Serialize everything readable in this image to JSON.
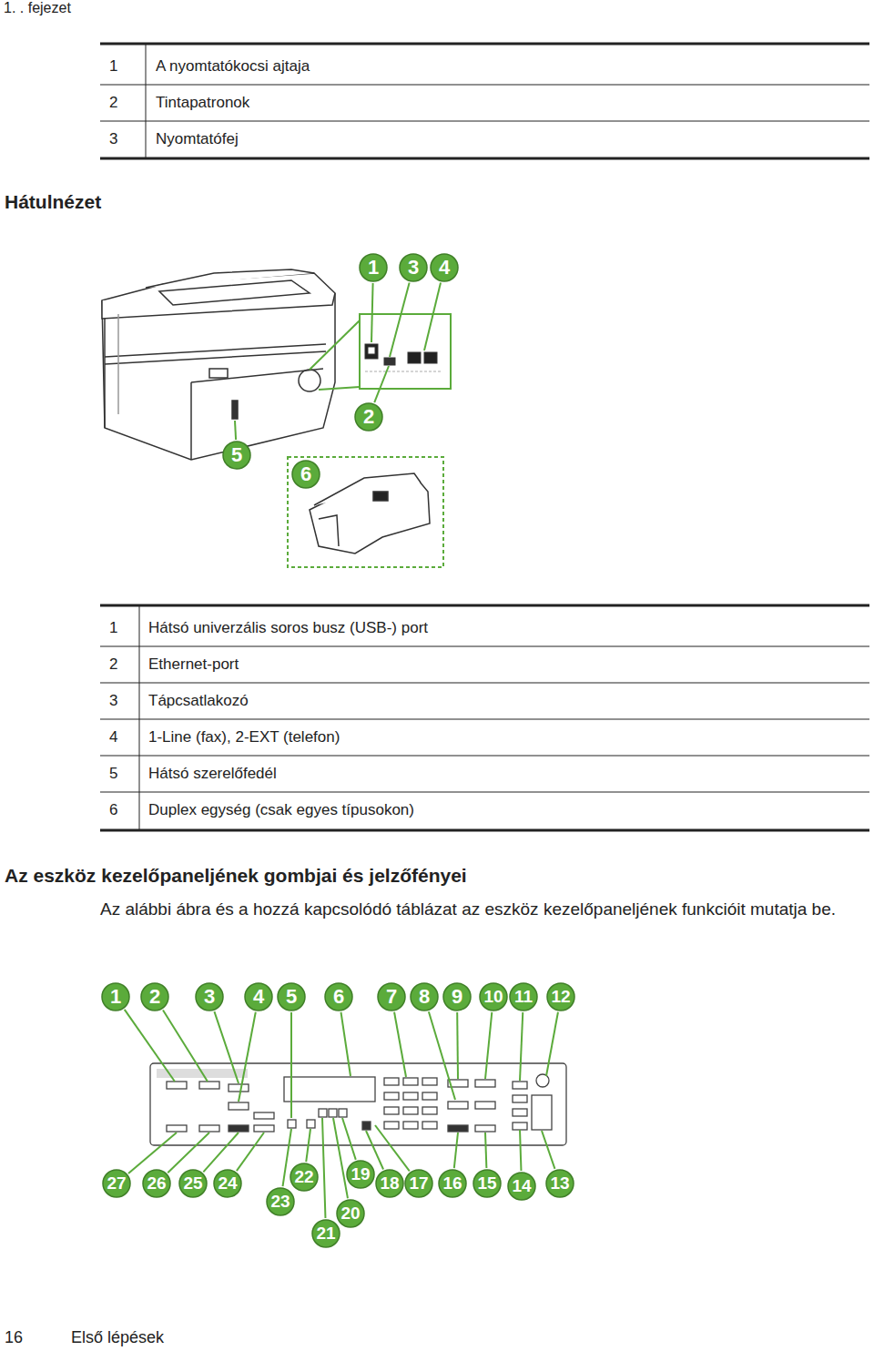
{
  "diagram": {
    "labels": [
      "1. . fejezet",
      "1",
      "A nyomtatókocsi ajtaja",
      "2",
      "Tintapatronok",
      "3",
      "Nyomtatófej",
      "Hátulnézet",
      "1",
      "3",
      "4",
      "2",
      "5",
      "6",
      "1",
      "Hátsó univerzális soros busz (USB-) port",
      "2",
      "Ethernet-port",
      "3",
      "Tápcsatlakozó",
      "4",
      "1-Line (fax), 2-EXT (telefon)",
      "5",
      "Hátsó szerelőfedél",
      "6",
      "Duplex egység (csak egyes típusokon)",
      "Az eszköz kezelőpaneljének gombjai és jelzőfényei",
      "Az alábbi ábra és a hozzá kapcsolódó táblázat az eszköz kezelőpaneljének funkcióit mutatja be.",
      "1",
      "2",
      "3",
      "4",
      "5",
      "6",
      "7",
      "8",
      "9",
      "10",
      "11",
      "12",
      "27",
      "26",
      "25",
      "24",
      "23",
      "22",
      "21",
      "20",
      "19",
      "18",
      "17",
      "16",
      "15",
      "14",
      "13",
      "16",
      "Első lépések"
    ]
  }
}
